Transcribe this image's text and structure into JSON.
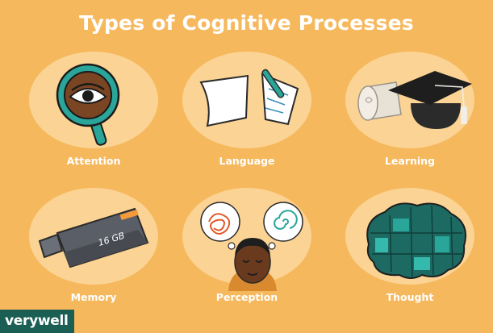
{
  "title": "Types of Cognitive Processes",
  "items": [
    {
      "label": "Attention",
      "icon": "magnifying-glass-eye-icon"
    },
    {
      "label": "Language",
      "icon": "papers-and-pen-icon"
    },
    {
      "label": "Learning",
      "icon": "graduation-cap-diploma-icon"
    },
    {
      "label": "Memory",
      "icon": "usb-drive-icon"
    },
    {
      "label": "Perception",
      "icon": "thinking-person-icon"
    },
    {
      "label": "Thought",
      "icon": "puzzle-brain-icon"
    }
  ],
  "usb_text": "16 GB",
  "brand": {
    "wordmark": "verywell"
  },
  "colors": {
    "background": "#f6b85c",
    "circle": "#fbd394",
    "teal": "#2aa59a",
    "dark_teal": "#1b5e54",
    "text": "#ffffff"
  }
}
